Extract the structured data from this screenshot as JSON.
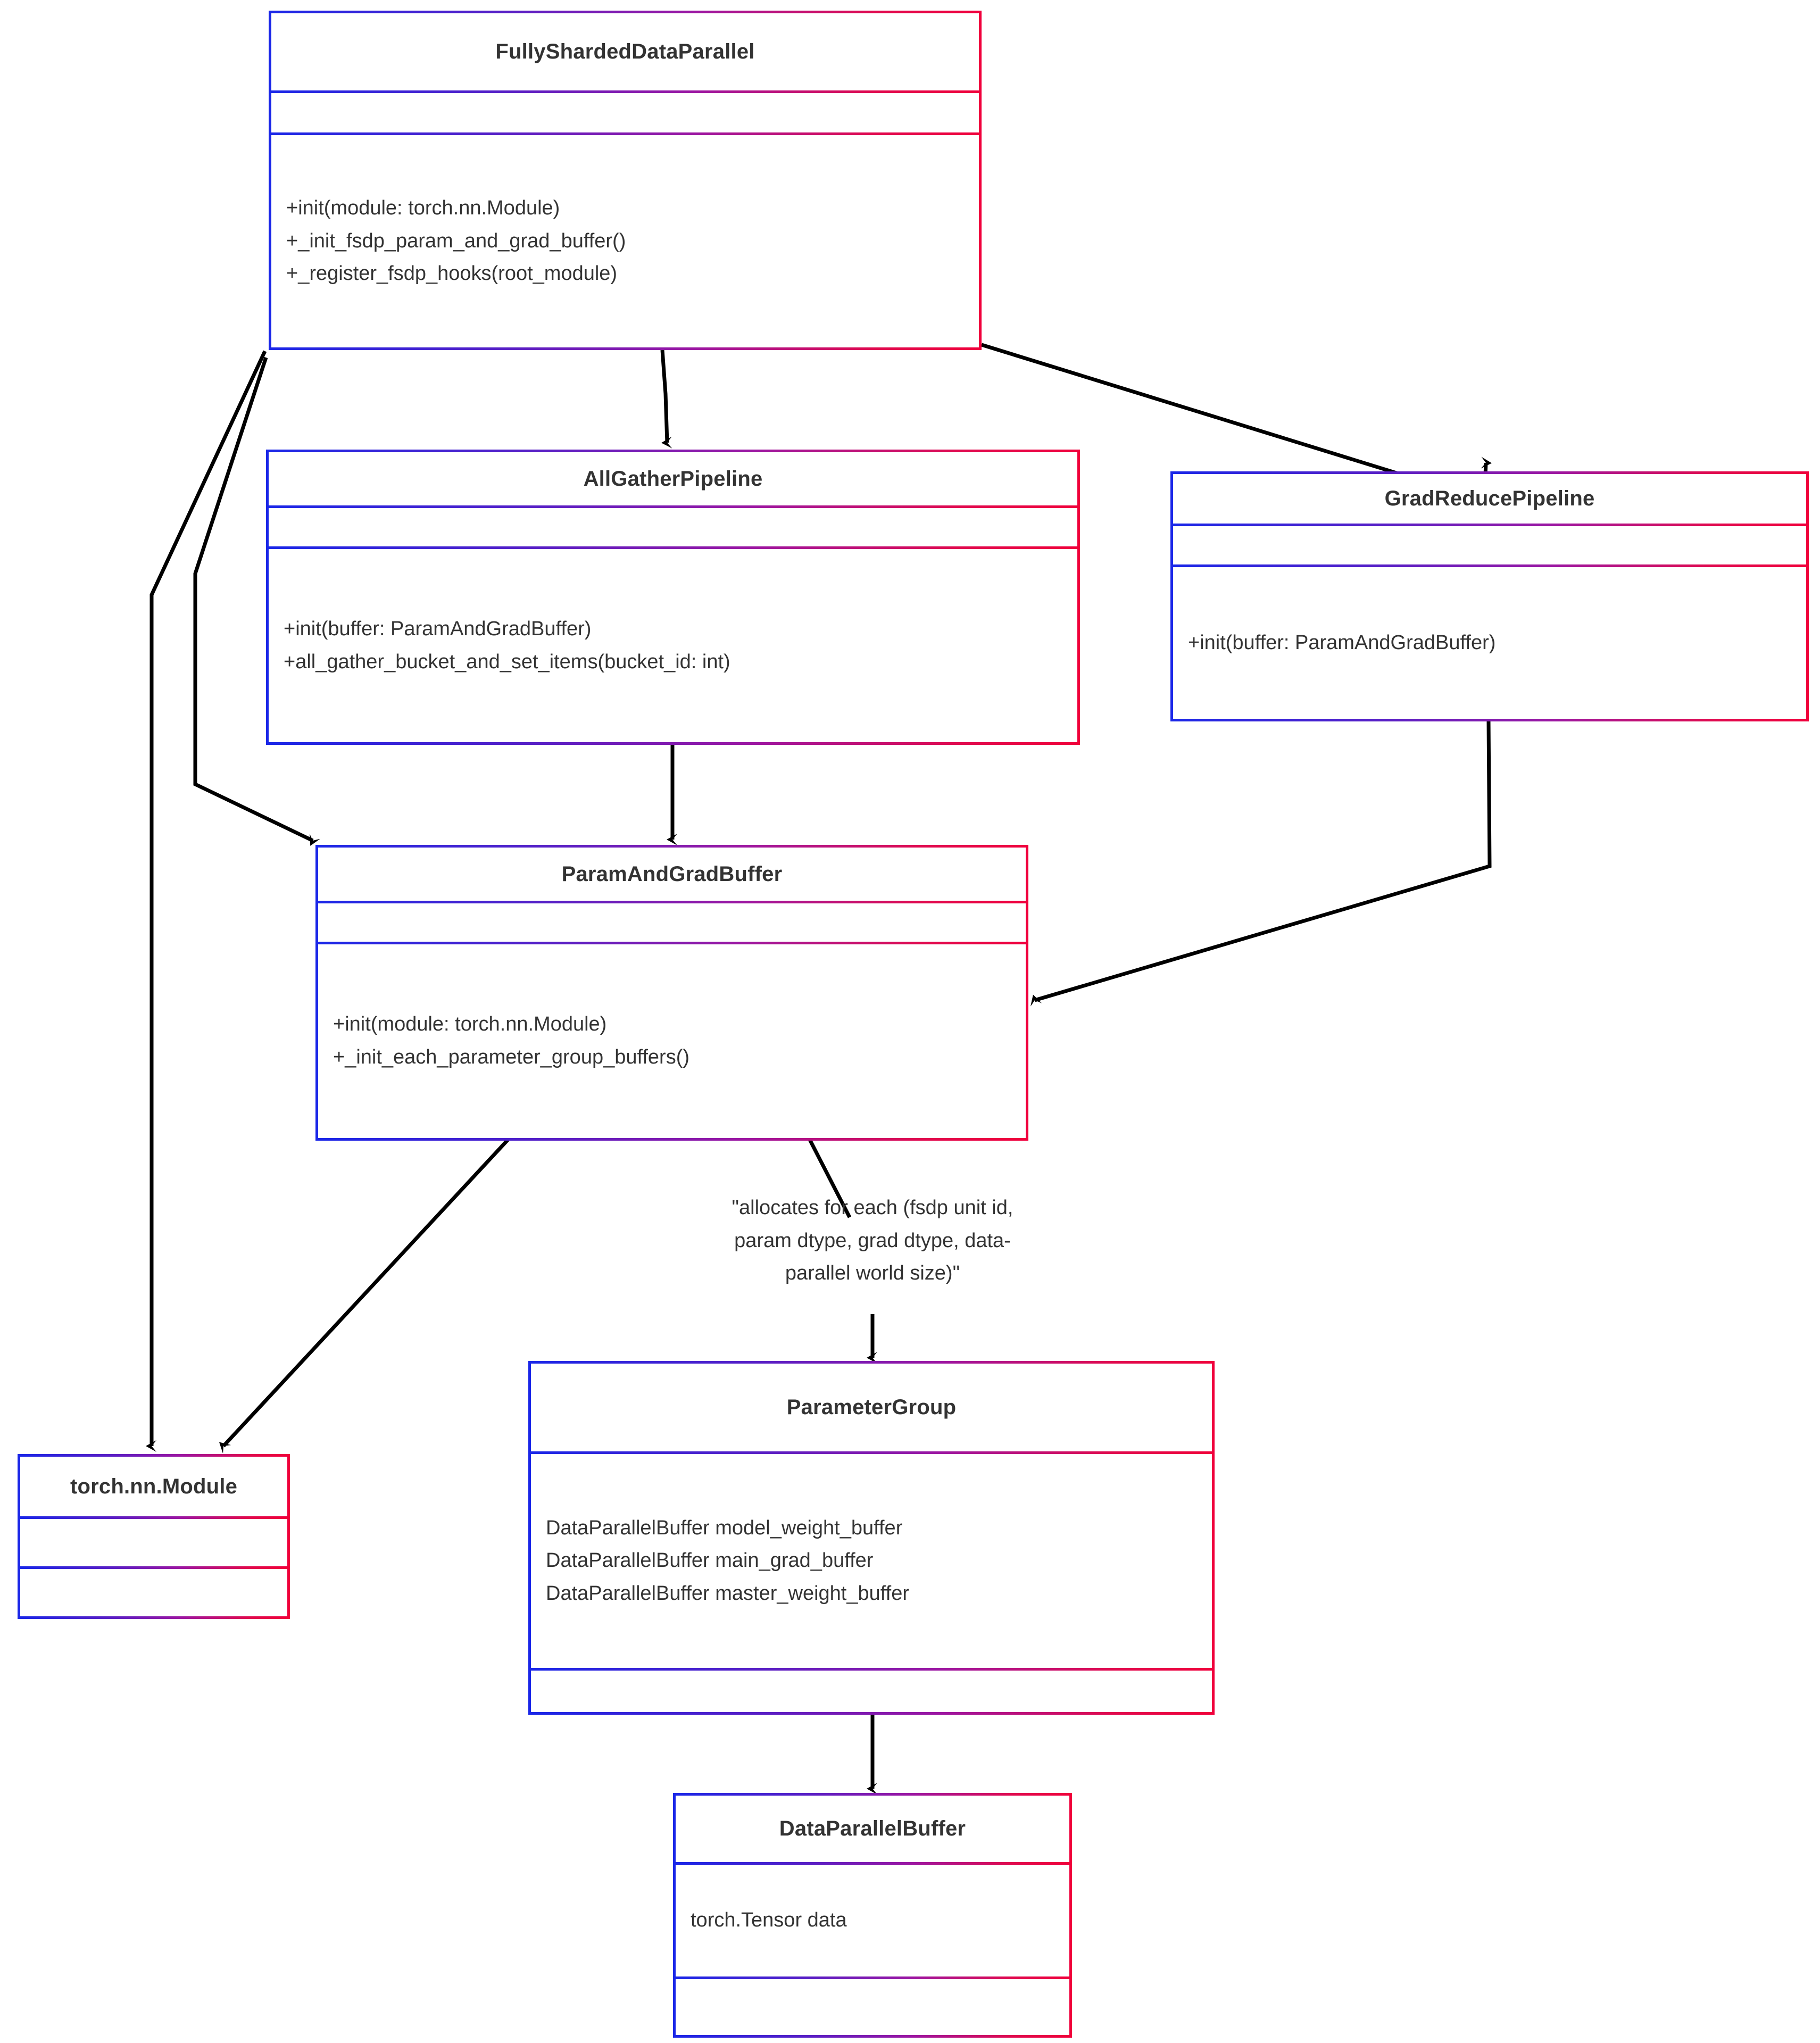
{
  "diagram": {
    "kind": "uml-class-diagram",
    "colors": {
      "border_start": "#1a27e8",
      "border_end": "#f0003c",
      "text": "#333333",
      "edge": "#000000",
      "background": "#ffffff"
    },
    "classes": [
      {
        "id": "fsdp",
        "name": "FullyShardedDataParallel",
        "attributes": [],
        "methods": [
          "+init(module: torch.nn.Module)",
          "+_init_fsdp_param_and_grad_buffer()",
          "+_register_fsdp_hooks(root_module)"
        ]
      },
      {
        "id": "allgather",
        "name": "AllGatherPipeline",
        "attributes": [],
        "methods": [
          "+init(buffer: ParamAndGradBuffer)",
          "+all_gather_bucket_and_set_items(bucket_id: int)"
        ]
      },
      {
        "id": "gradreduce",
        "name": "GradReducePipeline",
        "attributes": [],
        "methods": [
          "+init(buffer: ParamAndGradBuffer)"
        ]
      },
      {
        "id": "pgbuffer",
        "name": "ParamAndGradBuffer",
        "attributes": [],
        "methods": [
          "+init(module: torch.nn.Module)",
          "+_init_each_parameter_group_buffers()"
        ]
      },
      {
        "id": "nnmodule",
        "name": "torch.nn.Module",
        "attributes": [],
        "methods": []
      },
      {
        "id": "paramgroup",
        "name": "ParameterGroup",
        "attributes": [
          "DataParallelBuffer model_weight_buffer",
          "DataParallelBuffer main_grad_buffer",
          "DataParallelBuffer master_weight_buffer"
        ],
        "methods": []
      },
      {
        "id": "dpbuffer",
        "name": "DataParallelBuffer",
        "attributes": [
          "torch.Tensor data"
        ],
        "methods": []
      }
    ],
    "notes": [
      {
        "id": "alloc-note",
        "text": "\"allocates for each (fsdp unit id,\nparam dtype, grad dtype, data-\nparallel world size)\""
      }
    ],
    "relations": [
      {
        "from": "fsdp",
        "to": "allgather"
      },
      {
        "from": "fsdp",
        "to": "gradreduce"
      },
      {
        "from": "fsdp",
        "to": "pgbuffer"
      },
      {
        "from": "fsdp",
        "to": "nnmodule"
      },
      {
        "from": "allgather",
        "to": "pgbuffer"
      },
      {
        "from": "gradreduce",
        "to": "pgbuffer"
      },
      {
        "from": "pgbuffer",
        "to": "nnmodule"
      },
      {
        "from": "pgbuffer",
        "to": "paramgroup",
        "label": "alloc-note"
      },
      {
        "from": "paramgroup",
        "to": "dpbuffer"
      }
    ]
  }
}
